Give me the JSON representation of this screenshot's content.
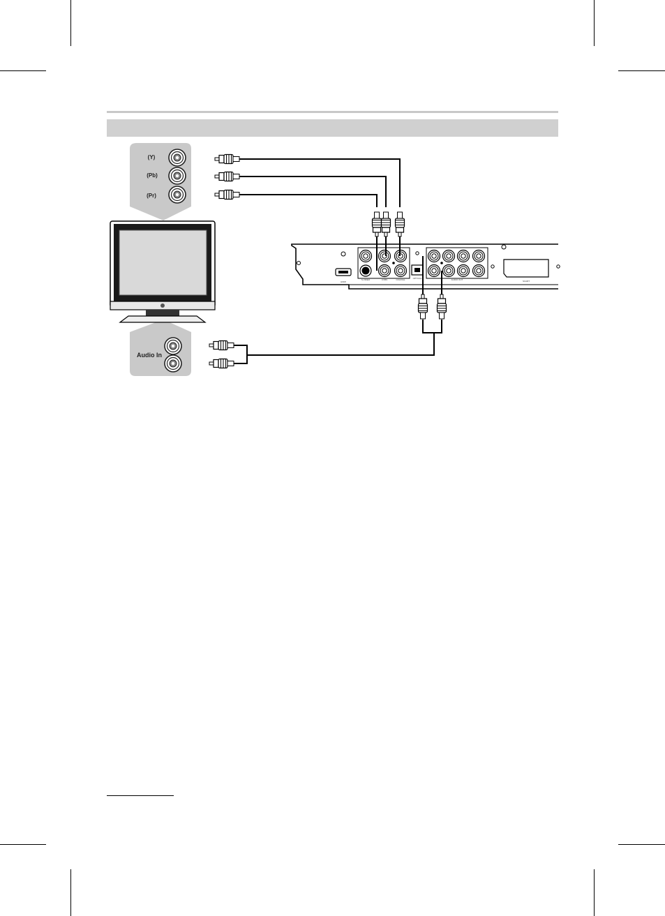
{
  "tv_component_inputs": {
    "y_label": "(Y)",
    "pb_label": "(Pb)",
    "pr_label": "(Pr)"
  },
  "tv_audio_input": {
    "label": "Audio In"
  },
  "colors": {
    "panel_gray": "#c9c9c9",
    "header_band": "#d0d0d0",
    "rule": "#c8c8c8",
    "cable": "#000000"
  }
}
